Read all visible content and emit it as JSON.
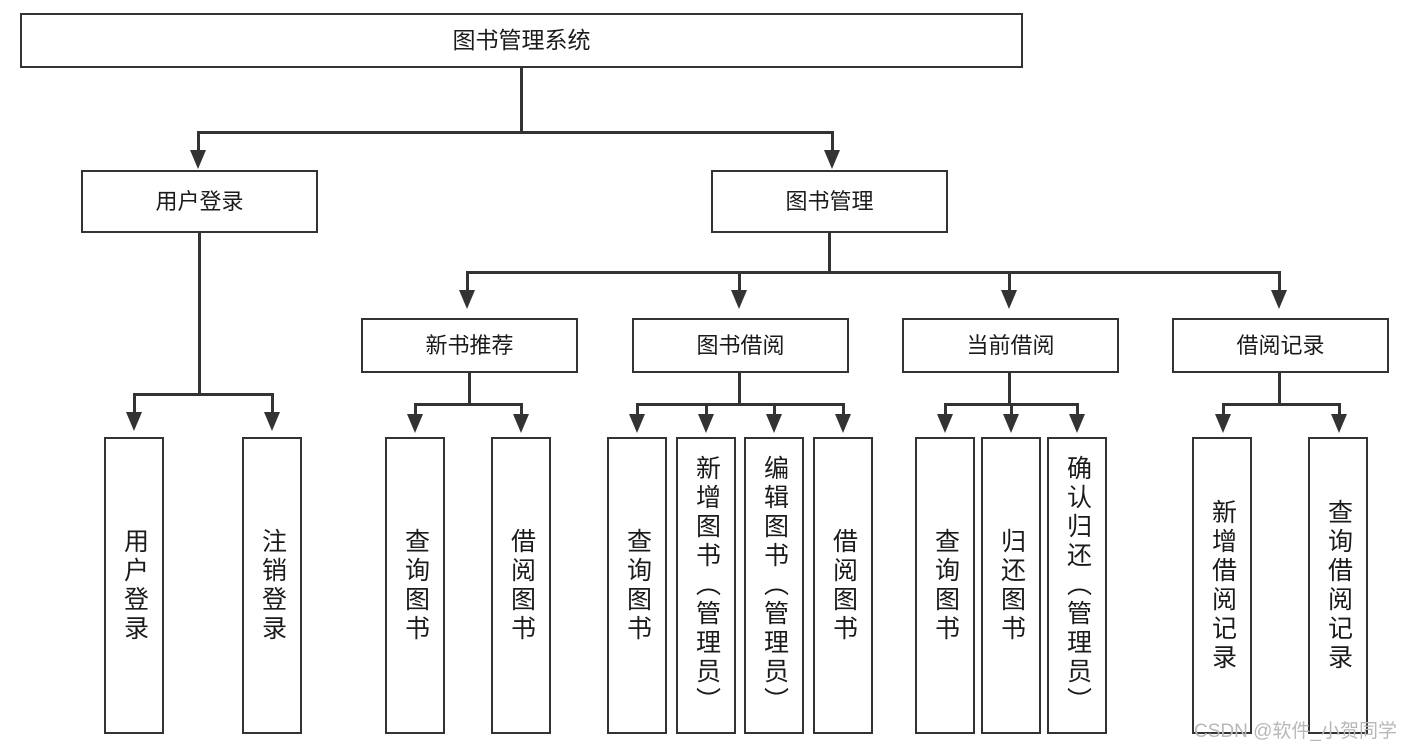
{
  "diagram": {
    "title": "图书管理系统",
    "type": "tree",
    "watermark": "CSDN @软件_小贺同学",
    "colors": {
      "stroke": "#333333",
      "fill": "#ffffff",
      "text": "#1b1b1b",
      "watermark": "#b8b8b8"
    },
    "nodes": {
      "root": {
        "label": "图书管理系统"
      },
      "level2": [
        {
          "id": "user-login",
          "label": "用户登录"
        },
        {
          "id": "book-manage",
          "label": "图书管理"
        }
      ],
      "level3": [
        {
          "id": "new-book-recommend",
          "label": "新书推荐"
        },
        {
          "id": "book-borrow",
          "label": "图书借阅"
        },
        {
          "id": "current-borrow",
          "label": "当前借阅"
        },
        {
          "id": "borrow-record",
          "label": "借阅记录"
        }
      ],
      "leaves": [
        {
          "id": "leaf-user-login",
          "label": "用户登录",
          "parent": "user-login"
        },
        {
          "id": "leaf-logout-login",
          "label": "注销登录",
          "parent": "user-login"
        },
        {
          "id": "leaf-query-book-1",
          "label": "查询图书",
          "parent": "new-book-recommend"
        },
        {
          "id": "leaf-borrow-book-1",
          "label": "借阅图书",
          "parent": "new-book-recommend"
        },
        {
          "id": "leaf-query-book-2",
          "label": "查询图书",
          "parent": "book-borrow"
        },
        {
          "id": "leaf-add-book",
          "label": "新增图书（管理员）",
          "parent": "book-borrow"
        },
        {
          "id": "leaf-edit-book",
          "label": "编辑图书（管理员）",
          "parent": "book-borrow"
        },
        {
          "id": "leaf-borrow-book-2",
          "label": "借阅图书",
          "parent": "book-borrow"
        },
        {
          "id": "leaf-query-book-3",
          "label": "查询图书",
          "parent": "current-borrow"
        },
        {
          "id": "leaf-return-book",
          "label": "归还图书",
          "parent": "current-borrow"
        },
        {
          "id": "leaf-confirm-return",
          "label": "确认归还（管理员）",
          "parent": "current-borrow"
        },
        {
          "id": "leaf-add-record",
          "label": "新增借阅记录",
          "parent": "borrow-record"
        },
        {
          "id": "leaf-query-record",
          "label": "查询借阅记录",
          "parent": "borrow-record"
        }
      ]
    }
  }
}
